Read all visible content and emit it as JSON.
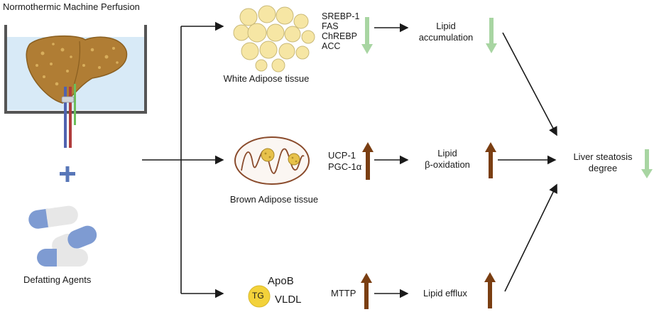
{
  "perfusion": {
    "title": "Normothermic Machine Perfusion"
  },
  "plus": "+",
  "agents": {
    "label": "Defatting Agents"
  },
  "white": {
    "label": "White Adipose tissue",
    "markers": [
      "SREBP-1",
      "FAS",
      "ChREBP",
      "ACC"
    ],
    "marker_direction": "down",
    "outcome": [
      "Lipid",
      "accumulation"
    ],
    "outcome_direction": "down"
  },
  "brown": {
    "label": "Brown Adipose tissue",
    "markers": [
      "UCP-1",
      "PGC-1α"
    ],
    "marker_direction": "up",
    "outcome": [
      "Lipid",
      "β-oxidation"
    ],
    "outcome_direction": "up"
  },
  "efflux": {
    "badge": "TG",
    "lipoproteins": [
      "ApoB",
      "VLDL"
    ],
    "marker": "MTTP",
    "marker_direction": "up",
    "outcome": "Lipid efflux",
    "outcome_direction": "up"
  },
  "result": {
    "lines": [
      "Liver steatosis",
      "degree"
    ],
    "direction": "down"
  },
  "colors": {
    "down_arrow": "#a8d5a2",
    "up_arrow": "#7a3e12",
    "line": "#1a1a1a",
    "fat_cell": "#f6e6a4",
    "tg_badge": "#f3d23a",
    "liver": "#b07d34",
    "tank_water": "#d8eaf7",
    "capsule_blue": "#7e9bd2",
    "capsule_white": "#e7e7e7"
  }
}
